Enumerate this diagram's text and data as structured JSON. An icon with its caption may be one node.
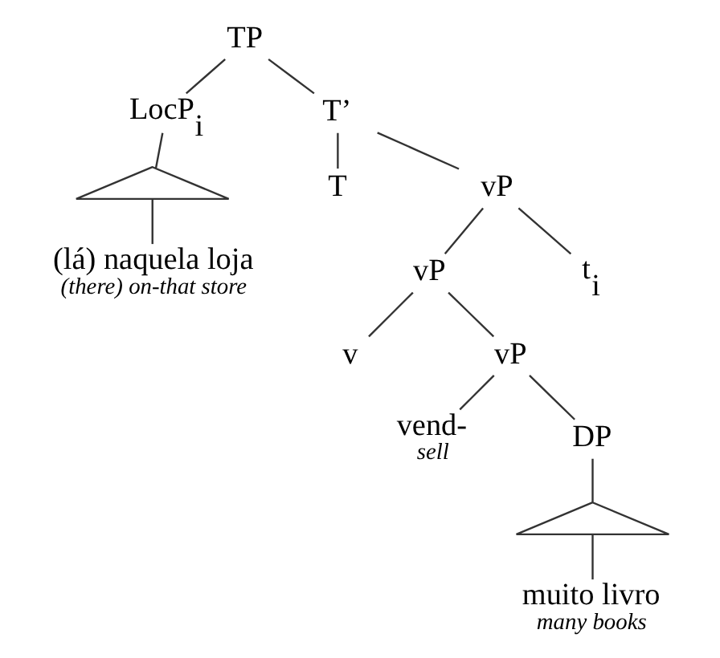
{
  "diagram": {
    "nodes": [
      {
        "text": [
          "TP"
        ]
      },
      {
        "text": [
          "LocP$_{i}$"
        ]
      },
      {
        "text": [
          "T’"
        ]
      },
      {
        "text": [],
        "shape": "triangle"
      },
      {
        "text": [
          "T"
        ]
      },
      {
        "text": [
          "vP"
        ]
      },
      {
        "text": [
          "(lá) naquela loja",
          "(there) on-that store"
        ]
      },
      {
        "text": [
          "vP"
        ]
      },
      {
        "text": [
          "t$_{i}$"
        ]
      },
      {
        "text": [
          "v"
        ]
      },
      {
        "text": [
          "vP"
        ]
      },
      {
        "text": [
          "vend-",
          "sell"
        ]
      },
      {
        "text": [
          "DP"
        ]
      },
      {
        "text": [],
        "shape": "triangle"
      },
      {
        "text": [
          "muito livro",
          "many books"
        ]
      }
    ],
    "edges": [
      {
        "from": 0,
        "to": 1,
        "arrow": "none"
      },
      {
        "from": 0,
        "to": 2,
        "arrow": "none"
      },
      {
        "from": 1,
        "to": 3,
        "arrow": "none"
      },
      {
        "from": 3,
        "to": 6,
        "arrow": "none"
      },
      {
        "from": 2,
        "to": 4,
        "arrow": "none"
      },
      {
        "from": 2,
        "to": 5,
        "arrow": "none"
      },
      {
        "from": 5,
        "to": 7,
        "arrow": "none"
      },
      {
        "from": 5,
        "to": 8,
        "arrow": "none"
      },
      {
        "from": 7,
        "to": 9,
        "arrow": "none"
      },
      {
        "from": 7,
        "to": 10,
        "arrow": "none"
      },
      {
        "from": 10,
        "to": 11,
        "arrow": "none"
      },
      {
        "from": 10,
        "to": 12,
        "arrow": "none"
      },
      {
        "from": 12,
        "to": 13,
        "arrow": "none"
      },
      {
        "from": 13,
        "to": 14,
        "arrow": "none"
      }
    ]
  }
}
